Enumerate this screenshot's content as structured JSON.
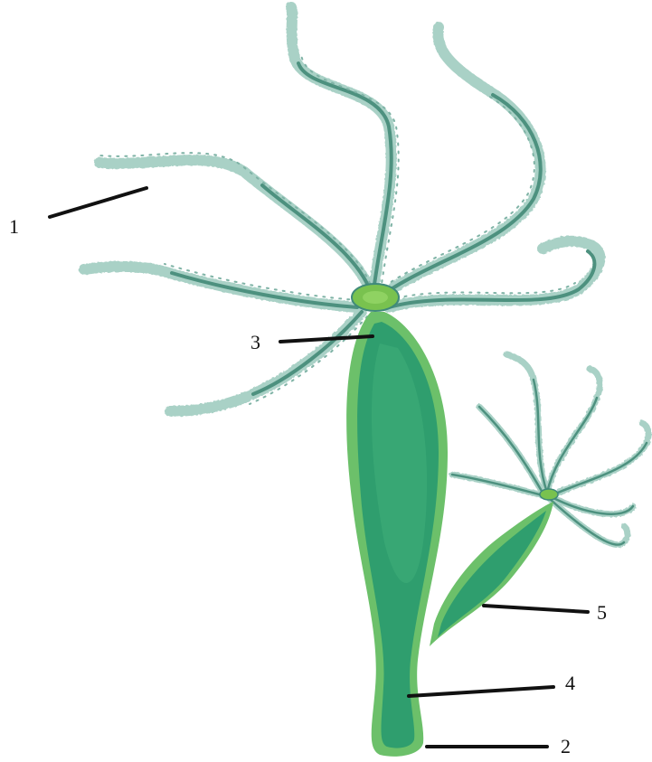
{
  "diagram": {
    "labels": [
      {
        "id": "1",
        "text": "1"
      },
      {
        "id": "2",
        "text": "2"
      },
      {
        "id": "3",
        "text": "3"
      },
      {
        "id": "4",
        "text": "4"
      },
      {
        "id": "5",
        "text": "5"
      }
    ]
  },
  "colors": {
    "tentacle_outer": "#9cc9bd",
    "tentacle_inner": "#3f8a7a",
    "tentacle_dots": "#7fb3a6",
    "body_outer": "#6cc06a",
    "body_inner": "#2f9e6e",
    "body_highlight": "#3fae7a",
    "mouth": "#79c24f",
    "leader_line": "#111111"
  }
}
